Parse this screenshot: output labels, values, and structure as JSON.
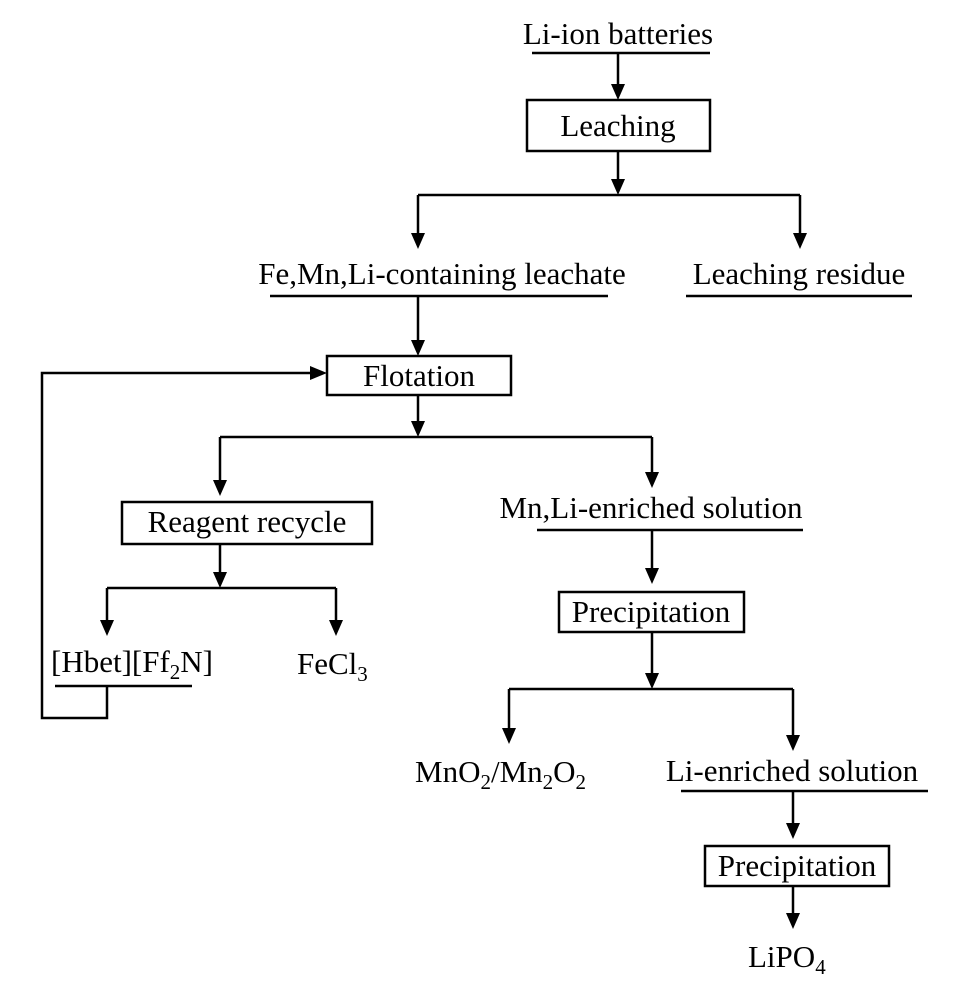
{
  "nodes": {
    "li_ion_batteries": "Li-ion batteries",
    "leaching": "Leaching",
    "leachate": "Fe,Mn,Li-containing leachate",
    "leaching_residue": "Leaching residue",
    "flotation": "Flotation",
    "reagent_recycle": "Reagent recycle",
    "mn_li_solution": "Mn,Li-enriched solution",
    "precipitation_1": "Precipitation",
    "hbet_a": "[Hbet][Ff",
    "hbet_sub": "2",
    "hbet_b": "N]",
    "fecl_a": "FeCl",
    "fecl_sub": "3",
    "mno_a": "MnO",
    "mno_sub1": "2",
    "mno_b": "/Mn",
    "mno_sub2": "2",
    "mno_c": "O",
    "mno_sub3": "2",
    "li_solution": "Li-enriched solution",
    "precipitation_2": "Precipitation",
    "lipo_a": "LiPO",
    "lipo_sub": "4"
  }
}
